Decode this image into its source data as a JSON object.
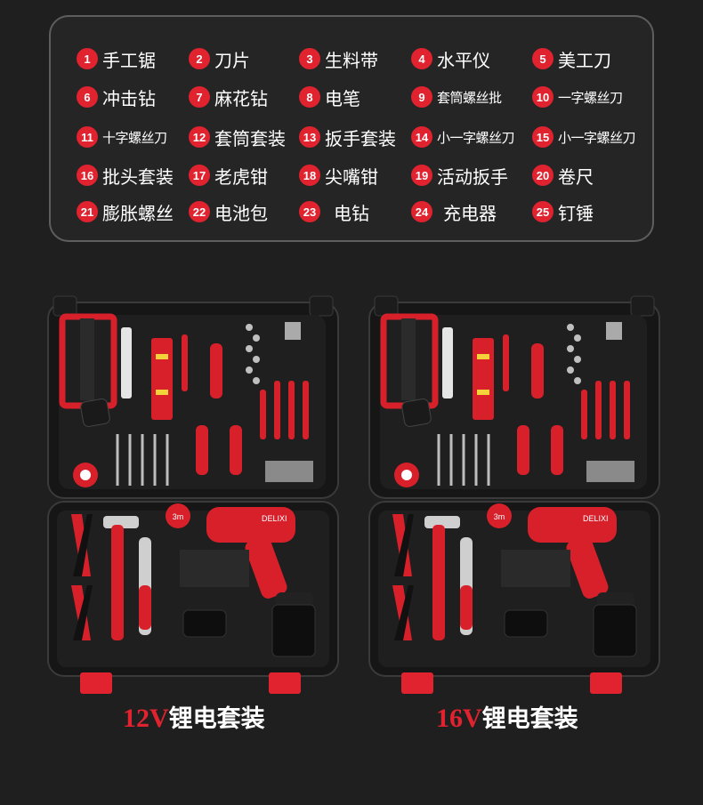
{
  "legend": {
    "items": [
      {
        "num": "1",
        "label": "手工锯"
      },
      {
        "num": "2",
        "label": "刀片"
      },
      {
        "num": "3",
        "label": "生料带"
      },
      {
        "num": "4",
        "label": "水平仪"
      },
      {
        "num": "5",
        "label": "美工刀"
      },
      {
        "num": "6",
        "label": "冲击钻"
      },
      {
        "num": "7",
        "label": "麻花钻"
      },
      {
        "num": "8",
        "label": "电笔"
      },
      {
        "num": "9",
        "label": "套筒螺丝批"
      },
      {
        "num": "10",
        "label": "一字螺丝刀"
      },
      {
        "num": "11",
        "label": "十字螺丝刀"
      },
      {
        "num": "12",
        "label": "套筒套装"
      },
      {
        "num": "13",
        "label": "扳手套装"
      },
      {
        "num": "14",
        "label": "小一字螺丝刀"
      },
      {
        "num": "15",
        "label": "小一字螺丝刀"
      },
      {
        "num": "16",
        "label": "批头套装"
      },
      {
        "num": "17",
        "label": "老虎钳"
      },
      {
        "num": "18",
        "label": "尖嘴钳"
      },
      {
        "num": "19",
        "label": "活动扳手"
      },
      {
        "num": "20",
        "label": "卷尺"
      },
      {
        "num": "21",
        "label": "膨胀螺丝"
      },
      {
        "num": "22",
        "label": "电池包"
      },
      {
        "num": "23",
        "label": "电钻"
      },
      {
        "num": "24",
        "label": "充电器"
      },
      {
        "num": "25",
        "label": "钉锤"
      }
    ]
  },
  "kits": [
    {
      "voltage": "12V",
      "name": "锂电套装",
      "brand": "DELIXI",
      "tape": "3m"
    },
    {
      "voltage": "16V",
      "name": "锂电套装",
      "brand": "DELIXI",
      "tape": "3m"
    }
  ],
  "colors": {
    "accent": "#e0232e",
    "background": "#201f20",
    "case": "#1b1b1b"
  }
}
